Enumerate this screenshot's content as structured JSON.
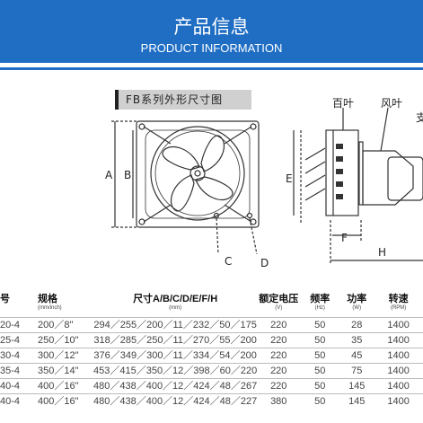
{
  "header": {
    "title": "产品信息",
    "subtitle": "PRODUCT INFORMATION"
  },
  "diagram": {
    "title": "FB系列外形尺寸图",
    "labels": {
      "a": "A",
      "b": "B",
      "c": "C",
      "d": "D",
      "e": "E",
      "f": "F",
      "h": "H",
      "louver": "百叶",
      "blade": "风叶",
      "cut": "支"
    }
  },
  "table": {
    "headers": {
      "model": "号",
      "size": "规格",
      "size_unit": "(mm/inch)",
      "dims": "尺寸A/B/C/D/E/F/H",
      "dims_unit": "(mm)",
      "voltage": "额定电压",
      "voltage_unit": "(V)",
      "freq": "频率",
      "freq_unit": "(Hz)",
      "power": "功率",
      "power_unit": "(W)",
      "speed": "转速",
      "speed_unit": "(RPM)"
    },
    "rows": [
      {
        "model": "20-4",
        "size": "200／8\"",
        "dims": "294／255／200／11／232／50／175",
        "voltage": "220",
        "freq": "50",
        "power": "28",
        "speed": "1400"
      },
      {
        "model": "25-4",
        "size": "250／10\"",
        "dims": "318／285／250／11／270／55／200",
        "voltage": "220",
        "freq": "50",
        "power": "35",
        "speed": "1400"
      },
      {
        "model": "30-4",
        "size": "300／12\"",
        "dims": "376／349／300／11／334／54／200",
        "voltage": "220",
        "freq": "50",
        "power": "45",
        "speed": "1400"
      },
      {
        "model": "35-4",
        "size": "350／14\"",
        "dims": "453／415／350／12／398／60／220",
        "voltage": "220",
        "freq": "50",
        "power": "75",
        "speed": "1400"
      },
      {
        "model": "40-4",
        "size": "400／16\"",
        "dims": "480／438／400／12／424／48／267",
        "voltage": "220",
        "freq": "50",
        "power": "145",
        "speed": "1400"
      },
      {
        "model": "40-4",
        "size": "400／16\"",
        "dims": "480／438／400／12／424／48／227",
        "voltage": "380",
        "freq": "50",
        "power": "145",
        "speed": "1400"
      }
    ]
  }
}
